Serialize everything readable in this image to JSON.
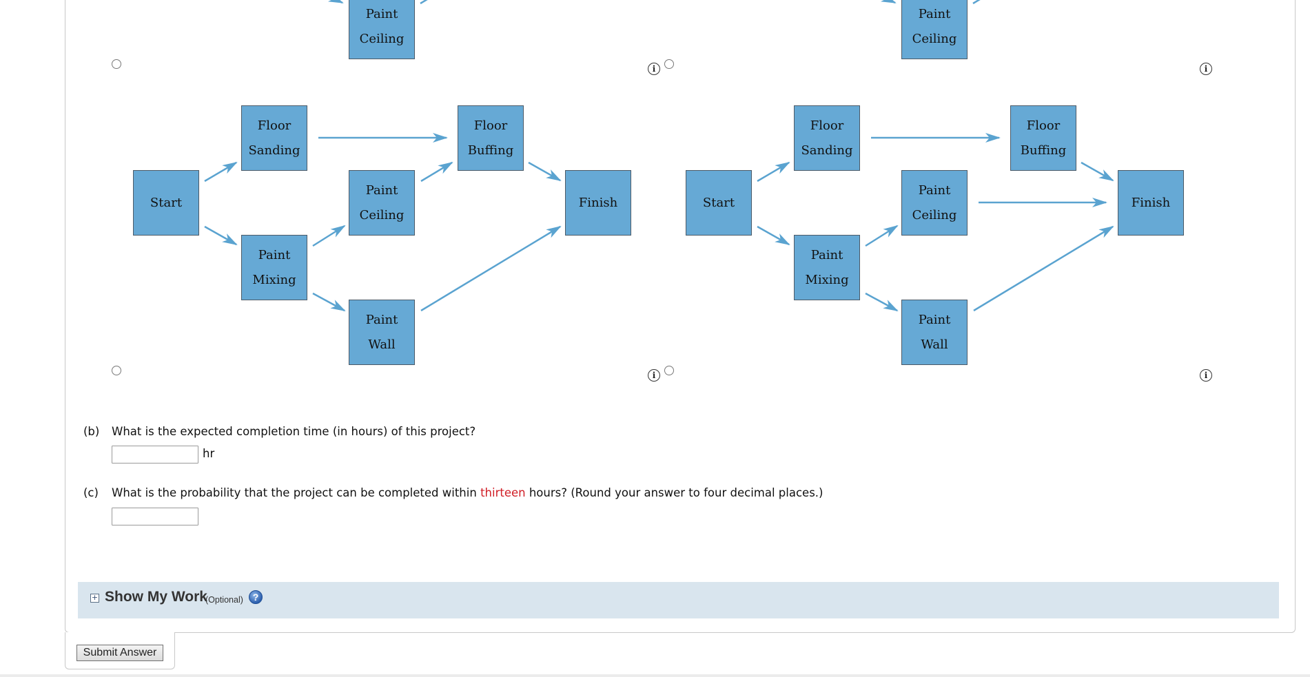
{
  "options": [
    {
      "id": "option-3",
      "network": {
        "nodes": [
          {
            "key": "start",
            "lines": [
              "Start"
            ]
          },
          {
            "key": "floor_sanding",
            "lines": [
              "Floor",
              "Sanding"
            ]
          },
          {
            "key": "paint_mixing",
            "lines": [
              "Paint",
              "Mixing"
            ]
          },
          {
            "key": "paint_ceiling",
            "lines": [
              "Paint",
              "Ceiling"
            ]
          },
          {
            "key": "paint_wall",
            "lines": [
              "Paint",
              "Wall"
            ]
          },
          {
            "key": "floor_buffing",
            "lines": [
              "Floor",
              "Buffing"
            ]
          },
          {
            "key": "finish",
            "lines": [
              "Finish"
            ]
          }
        ],
        "edges": [
          [
            "Start",
            "Floor Sanding"
          ],
          [
            "Start",
            "Paint Mixing"
          ],
          [
            "Floor Sanding",
            "Floor Buffing"
          ],
          [
            "Paint Mixing",
            "Paint Ceiling"
          ],
          [
            "Paint Mixing",
            "Paint Wall"
          ],
          [
            "Paint Ceiling",
            "Floor Buffing"
          ],
          [
            "Floor Buffing",
            "Finish"
          ],
          [
            "Paint Wall",
            "Finish"
          ]
        ]
      }
    },
    {
      "id": "option-4",
      "network": {
        "nodes": [
          {
            "key": "start",
            "lines": [
              "Start"
            ]
          },
          {
            "key": "floor_sanding",
            "lines": [
              "Floor",
              "Sanding"
            ]
          },
          {
            "key": "paint_mixing",
            "lines": [
              "Paint",
              "Mixing"
            ]
          },
          {
            "key": "paint_ceiling",
            "lines": [
              "Paint",
              "Ceiling"
            ]
          },
          {
            "key": "paint_wall",
            "lines": [
              "Paint",
              "Wall"
            ]
          },
          {
            "key": "floor_buffing",
            "lines": [
              "Floor",
              "Buffing"
            ]
          },
          {
            "key": "finish",
            "lines": [
              "Finish"
            ]
          }
        ],
        "edges": [
          [
            "Start",
            "Floor Sanding"
          ],
          [
            "Start",
            "Paint Mixing"
          ],
          [
            "Floor Sanding",
            "Floor Buffing"
          ],
          [
            "Paint Mixing",
            "Paint Ceiling"
          ],
          [
            "Paint Mixing",
            "Paint Wall"
          ],
          [
            "Paint Ceiling",
            "Finish"
          ],
          [
            "Floor Buffing",
            "Finish"
          ],
          [
            "Paint Wall",
            "Finish"
          ]
        ]
      }
    }
  ],
  "clipped_nodes": {
    "left": [
      "Paint",
      "Ceiling"
    ],
    "right": [
      "Paint",
      "Ceiling"
    ]
  },
  "labels": {
    "start": "Start",
    "floor": "Floor",
    "sanding": "Sanding",
    "buffing": "Buffing",
    "paint": "Paint",
    "mixing": "Mixing",
    "ceiling": "Ceiling",
    "wall": "Wall",
    "finish": "Finish",
    "info_glyph": "i"
  },
  "questions": {
    "b": {
      "label": "(b)",
      "text": "What is the expected completion time (in hours) of this project?",
      "input_value": "",
      "unit": "hr"
    },
    "c": {
      "label": "(c)",
      "text_before": "What is the probability that the project can be completed within ",
      "highlight": "thirteen",
      "text_after": " hours? (Round your answer to four decimal places.)",
      "input_value": ""
    }
  },
  "show_my_work": {
    "expand_glyph": "+",
    "title": "Show My Work",
    "optional": "(Optional)",
    "help_glyph": "?"
  },
  "submit": {
    "label": "Submit Answer"
  },
  "colors": {
    "node_fill": "#66a9d5",
    "arrow": "#5aa3d0",
    "highlight_red": "#d01d25",
    "show_my_work_band": "#d9e5ee"
  }
}
